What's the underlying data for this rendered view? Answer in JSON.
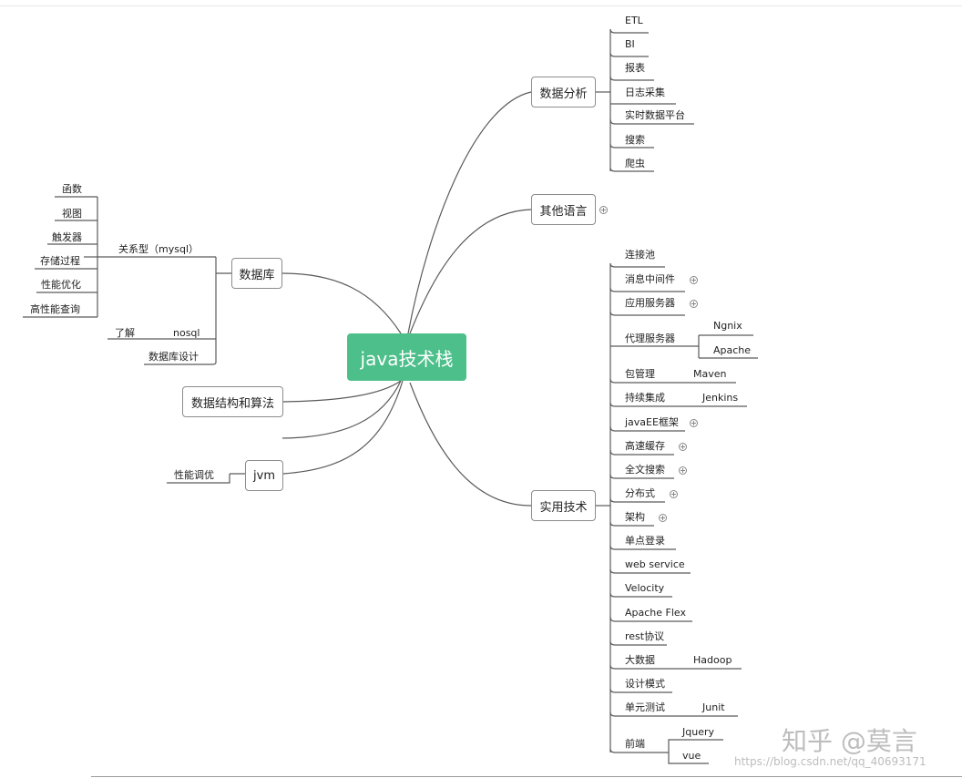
{
  "root": {
    "label": "java技术栈"
  },
  "branches": {
    "data_analysis": {
      "label": "数据分析",
      "children": [
        "ETL",
        "BI",
        "报表",
        "日志采集",
        "实时数据平台",
        "搜索",
        "爬虫"
      ]
    },
    "other_lang": {
      "label": "其他语言"
    },
    "practical": {
      "label": "实用技术",
      "children": [
        "连接池",
        "消息中间件",
        "应用服务器",
        "代理服务器",
        "包管理",
        "持续集成",
        "javaEE框架",
        "高速缓存",
        "全文搜索",
        "分布式",
        "架构",
        "单点登录",
        "web service",
        "Velocity",
        "Apache Flex",
        "rest协议",
        "大数据",
        "设计模式",
        "单元测试",
        "前端"
      ],
      "proxy_children": [
        "Ngnix",
        "Apache"
      ],
      "pkg_child": "Maven",
      "ci_child": "Jenkins",
      "bigdata_child": "Hadoop",
      "unittest_child": "Junit",
      "frontend_children": [
        "Jquery",
        "vue"
      ]
    },
    "database": {
      "label": "数据库",
      "relational": {
        "label": "关系型（mysql）",
        "children": [
          "函数",
          "视图",
          "触发器",
          "存储过程",
          "性能优化",
          "高性能查询"
        ]
      },
      "nosql": {
        "label": "nosql",
        "child": "了解"
      },
      "design": {
        "label": "数据库设计"
      }
    },
    "dsa": {
      "label": "数据结构和算法"
    },
    "jvm": {
      "label": "jvm",
      "child": "性能调优"
    }
  },
  "watermark": {
    "brand": "知乎 @莫言",
    "url": "https://blog.csdn.net/qq_40693171"
  }
}
